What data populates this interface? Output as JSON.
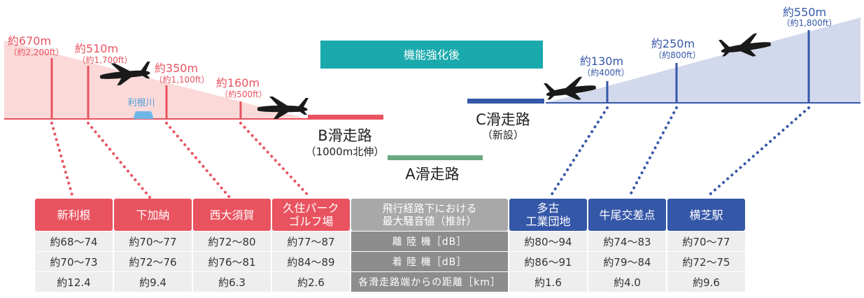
{
  "banner": {
    "text": "機能強化後",
    "color": "#1aa9ac"
  },
  "colors": {
    "red": "#e8535f",
    "blue": "#3557a8",
    "green": "#6aa882",
    "light_red": "#fbd9d9",
    "light_blue": "#d3d9ec"
  },
  "runways": {
    "b": {
      "name": "B滑走路",
      "sub": "（1000m北伸）"
    },
    "a": {
      "name": "A滑走路"
    },
    "c": {
      "name": "C滑走路",
      "sub": "（新設）"
    }
  },
  "river": "利根川",
  "left_altitudes": [
    {
      "m": "約670m",
      "ft": "（約2,200ft）"
    },
    {
      "m": "約510m",
      "ft": "（約1,700ft）"
    },
    {
      "m": "約350m",
      "ft": "（約1,100ft）"
    },
    {
      "m": "約160m",
      "ft": "（約500ft）"
    }
  ],
  "right_altitudes": [
    {
      "m": "約130m",
      "ft": "（約400ft）"
    },
    {
      "m": "約250m",
      "ft": "（約800ft）"
    },
    {
      "m": "約550m",
      "ft": "（約1,800ft）"
    }
  ],
  "table": {
    "header_middle": "飛行経路下における\n最大騒音値（推計）",
    "row_labels": [
      "離 陸 機［dB］",
      "着 陸 機［dB］",
      "各滑走路端からの距離［km］"
    ],
    "locations": [
      {
        "name": "新利根",
        "side": "left",
        "takeoff": "約68～74",
        "landing": "約70～73",
        "distance": "約12.4"
      },
      {
        "name": "下加納",
        "side": "left",
        "takeoff": "約70～77",
        "landing": "約72～76",
        "distance": "約9.4"
      },
      {
        "name": "西大須賀",
        "side": "left",
        "takeoff": "約72～80",
        "landing": "約76～81",
        "distance": "約6.3"
      },
      {
        "name": "久住パーク\nゴルフ場",
        "side": "left",
        "takeoff": "約77～87",
        "landing": "約84～89",
        "distance": "約2.6"
      },
      {
        "name": "多古\n工業団地",
        "side": "right",
        "takeoff": "約80～94",
        "landing": "約86～91",
        "distance": "約1.6"
      },
      {
        "name": "牛尾交差点",
        "side": "right",
        "takeoff": "約74～83",
        "landing": "約79～84",
        "distance": "約4.0"
      },
      {
        "name": "横芝駅",
        "side": "right",
        "takeoff": "約70～77",
        "landing": "約72～75",
        "distance": "約9.6"
      }
    ]
  }
}
